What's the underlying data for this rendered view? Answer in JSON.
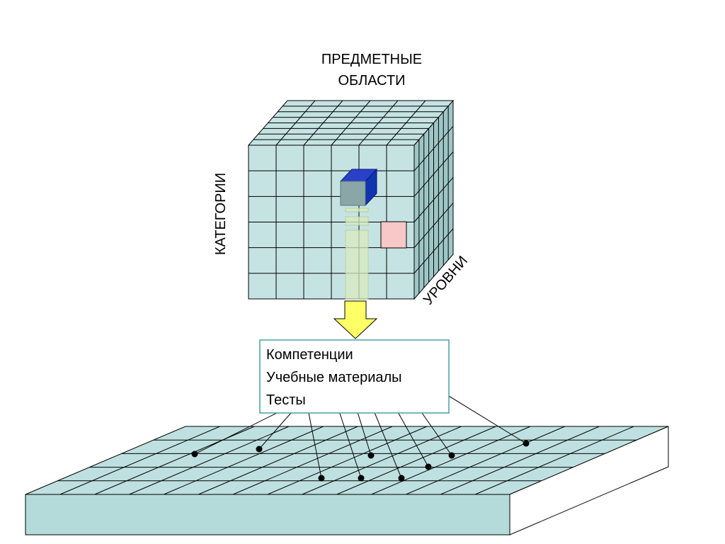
{
  "labels": {
    "subject_areas_line1": "ПРЕДМЕТНЫЕ",
    "subject_areas_line2": "ОБЛАСТИ",
    "categories": "КАТЕГОРИИ",
    "levels": "УРОВНИ"
  },
  "info_box": {
    "competencies": "Компетенции",
    "learning_materials": "Учебные материалы",
    "tests": "Тесты"
  },
  "colors": {
    "cube_fill": "#c6e3e3",
    "cube_side": "#9fc6c6",
    "grid_line": "#000000",
    "highlight_pink": "#f8c8c8",
    "small_cube_front": "#8aa6a6",
    "small_cube_side": "#1034b0",
    "small_cube_top": "#2a40c8",
    "arrow_fill": "#ffff66",
    "column_fill": "#d8ecc0",
    "box_border": "#4aa0a0",
    "plate_top": "#bfe0e0",
    "plate_front": "#b4dada"
  }
}
